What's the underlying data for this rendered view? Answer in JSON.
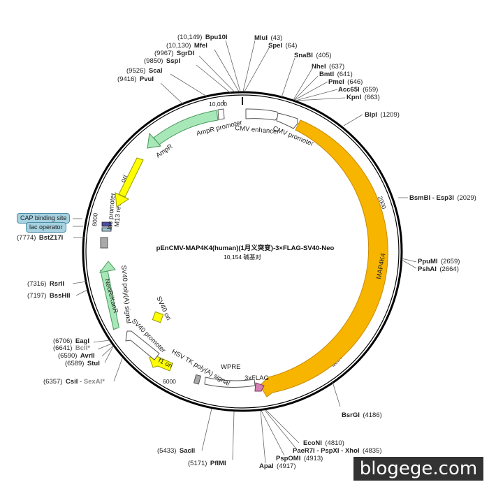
{
  "map": {
    "title": "pEnCMV-MAP4K4(human)(1月义突变)-3×FLAG-SV40-Neo",
    "subtitle": "10,154 碱基对",
    "total_bp": 10154
  },
  "ticks": [
    "10,000",
    "2000",
    "4000",
    "6000",
    "8000"
  ],
  "features": [
    {
      "label": "CMV enhancer",
      "color": "#ffffff"
    },
    {
      "label": "CMV promoter",
      "color": "#ffffff"
    },
    {
      "label": "MAP4K4",
      "color": "#f7b500"
    },
    {
      "label": "3xFLAG",
      "color": "#d67fb4"
    },
    {
      "label": "WPRE",
      "color": "#ffffff"
    },
    {
      "label": "HSV TK poly(A) signal",
      "color": "#a9a9a9"
    },
    {
      "label": "f1 ori",
      "color": "#ffff00"
    },
    {
      "label": "SV40 promoter",
      "color": "#ffffff"
    },
    {
      "label": "SV40 ori",
      "color": "#ffff00"
    },
    {
      "label": "NeoR/KanR",
      "color": "#a8e8b8"
    },
    {
      "label": "SV40 poly(A) signal",
      "color": "#a9a9a9"
    },
    {
      "label": "M13 rev",
      "color": "#ffffff"
    },
    {
      "label": "lac promoter",
      "color": "#ffffff"
    },
    {
      "label": "ori",
      "color": "#ffff00"
    },
    {
      "label": "AmpR",
      "color": "#a8e8b8"
    },
    {
      "label": "AmpR promoter",
      "color": "#ffffff"
    }
  ],
  "boxed_labels": [
    "CAP binding site",
    "lac operator"
  ],
  "sites": [
    {
      "name": "Bpu10I",
      "pos": "(10,149)"
    },
    {
      "name": "MfeI",
      "pos": "(10,130)"
    },
    {
      "name": "SgrDI",
      "pos": "(9967)"
    },
    {
      "name": "SspI",
      "pos": "(9850)"
    },
    {
      "name": "ScaI",
      "pos": "(9526)"
    },
    {
      "name": "PvuI",
      "pos": "(9416)"
    },
    {
      "name": "MluI",
      "pos": "(43)"
    },
    {
      "name": "SpeI",
      "pos": "(64)"
    },
    {
      "name": "SnaBI",
      "pos": "(405)"
    },
    {
      "name": "NheI",
      "pos": "(637)"
    },
    {
      "name": "BmtI",
      "pos": "(641)"
    },
    {
      "name": "PmeI",
      "pos": "(646)"
    },
    {
      "name": "Acc65I",
      "pos": "(659)"
    },
    {
      "name": "KpnI",
      "pos": "(663)"
    },
    {
      "name": "BlpI",
      "pos": "(1209)"
    },
    {
      "name": "BsmBI - Esp3I",
      "pos": "(2029)"
    },
    {
      "name": "PpuMI",
      "pos": "(2659)"
    },
    {
      "name": "PshAI",
      "pos": "(2664)"
    },
    {
      "name": "BsrGI",
      "pos": "(4186)"
    },
    {
      "name": "EcoNI",
      "pos": "(4810)"
    },
    {
      "name": "PaeR7I - PspXI - XhoI",
      "pos": "(4835)"
    },
    {
      "name": "PspOMI",
      "pos": "(4913)"
    },
    {
      "name": "ApaI",
      "pos": "(4917)"
    },
    {
      "name": "PflMI",
      "pos": "(5171)"
    },
    {
      "name": "SacII",
      "pos": "(5433)"
    },
    {
      "name": "CsiI",
      "pos": "(6357)",
      "alt": "SexAI*"
    },
    {
      "name": "StuI",
      "pos": "(6589)"
    },
    {
      "name": "AvrII",
      "pos": "(6590)"
    },
    {
      "name": "BclI*",
      "pos": "(6641)",
      "grey": true
    },
    {
      "name": "EagI",
      "pos": "(6706)"
    },
    {
      "name": "BssHII",
      "pos": "(7197)"
    },
    {
      "name": "RsrII",
      "pos": "(7316)"
    },
    {
      "name": "BstZ17I",
      "pos": "(7774)"
    }
  ],
  "watermark": "blogege.com"
}
